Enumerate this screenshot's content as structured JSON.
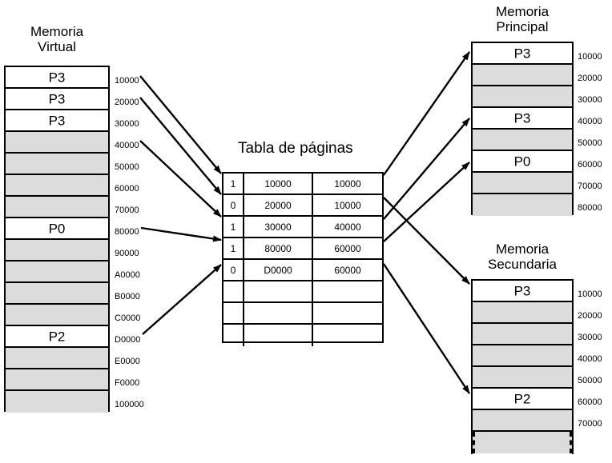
{
  "diagram": {
    "title_virtual": "Memoria\nVirtual",
    "title_main": "Memoria\nPrincipal",
    "title_secondary": "Memoria\nSecundaria",
    "title_page_table": "Tabla de páginas"
  },
  "virtual_memory": {
    "rows": [
      {
        "label": "P3",
        "free": false
      },
      {
        "label": "P3",
        "free": false
      },
      {
        "label": "P3",
        "free": false
      },
      {
        "label": "",
        "free": true
      },
      {
        "label": "",
        "free": true
      },
      {
        "label": "",
        "free": true
      },
      {
        "label": "",
        "free": true
      },
      {
        "label": "P0",
        "free": false
      },
      {
        "label": "",
        "free": true
      },
      {
        "label": "",
        "free": true
      },
      {
        "label": "",
        "free": true
      },
      {
        "label": "",
        "free": true
      },
      {
        "label": "P2",
        "free": false
      },
      {
        "label": "",
        "free": true
      },
      {
        "label": "",
        "free": true
      },
      {
        "label": "",
        "free": true
      }
    ],
    "addresses": [
      "10000",
      "20000",
      "30000",
      "40000",
      "50000",
      "60000",
      "70000",
      "80000",
      "90000",
      "A0000",
      "B0000",
      "C0000",
      "D0000",
      "E0000",
      "F0000",
      "100000"
    ]
  },
  "main_memory": {
    "rows": [
      {
        "label": "P3",
        "free": false
      },
      {
        "label": "",
        "free": true
      },
      {
        "label": "",
        "free": true
      },
      {
        "label": "P3",
        "free": false
      },
      {
        "label": "",
        "free": true
      },
      {
        "label": "P0",
        "free": false
      },
      {
        "label": "",
        "free": true
      },
      {
        "label": "",
        "free": true
      }
    ],
    "addresses": [
      "10000",
      "20000",
      "30000",
      "40000",
      "50000",
      "60000",
      "70000",
      "80000"
    ]
  },
  "secondary_memory": {
    "rows": [
      {
        "label": "P3",
        "free": false,
        "dashed": false
      },
      {
        "label": "",
        "free": true,
        "dashed": false
      },
      {
        "label": "",
        "free": true,
        "dashed": false
      },
      {
        "label": "",
        "free": true,
        "dashed": false
      },
      {
        "label": "",
        "free": true,
        "dashed": false
      },
      {
        "label": "P2",
        "free": false,
        "dashed": false
      },
      {
        "label": "",
        "free": true,
        "dashed": false
      },
      {
        "label": "",
        "free": true,
        "dashed": true
      }
    ],
    "addresses": [
      "10000",
      "20000",
      "30000",
      "40000",
      "50000",
      "60000",
      "70000"
    ]
  },
  "page_table": {
    "rows": [
      {
        "valid": "1",
        "virtual": "10000",
        "physical": "10000"
      },
      {
        "valid": "0",
        "virtual": "20000",
        "physical": "10000"
      },
      {
        "valid": "1",
        "virtual": "30000",
        "physical": "40000"
      },
      {
        "valid": "1",
        "virtual": "80000",
        "physical": "60000"
      },
      {
        "valid": "0",
        "virtual": "D0000",
        "physical": "60000"
      },
      {
        "valid": "",
        "virtual": "",
        "physical": ""
      },
      {
        "valid": "",
        "virtual": "",
        "physical": ""
      },
      {
        "valid": "",
        "virtual": "",
        "physical": ""
      }
    ]
  },
  "colors": {
    "free_block": "#dcdcdc",
    "used_block": "#ffffff",
    "stroke": "#000000",
    "background": "#ffffff"
  },
  "arrows": {
    "in": [
      {
        "from": "vm-10000",
        "to": "pt-row-1"
      },
      {
        "from": "vm-20000",
        "to": "pt-row-2"
      },
      {
        "from": "vm-40000",
        "to": "pt-row-3"
      },
      {
        "from": "vm-80000",
        "to": "pt-row-4"
      },
      {
        "from": "vm-D0000",
        "to": "pt-row-5"
      }
    ],
    "out": [
      {
        "from": "pt-row-1",
        "to": "mm-10000"
      },
      {
        "from": "pt-row-2",
        "to": "sm-10000"
      },
      {
        "from": "pt-row-3",
        "to": "mm-40000"
      },
      {
        "from": "pt-row-4",
        "to": "mm-60000"
      },
      {
        "from": "pt-row-5",
        "to": "sm-60000"
      }
    ]
  }
}
